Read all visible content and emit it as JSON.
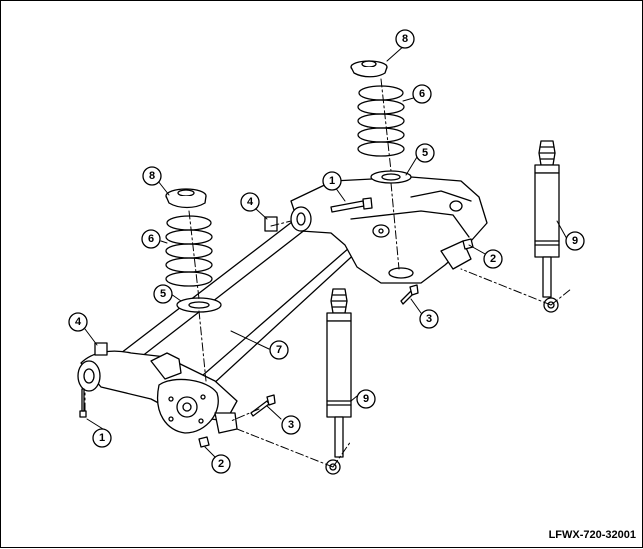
{
  "figure_code": "LFWX-720-32001",
  "callouts": {
    "c1_left": "1",
    "c1_right": "1",
    "c2_left": "2",
    "c2_right": "2",
    "c3_left": "3",
    "c3_right": "3",
    "c4_left": "4",
    "c4_right": "4",
    "c5_left": "5",
    "c5_right": "5",
    "c6_left": "6",
    "c6_right": "6",
    "c7": "7",
    "c8_left": "8",
    "c8_right": "8",
    "c9_left": "9",
    "c9_right": "9"
  }
}
